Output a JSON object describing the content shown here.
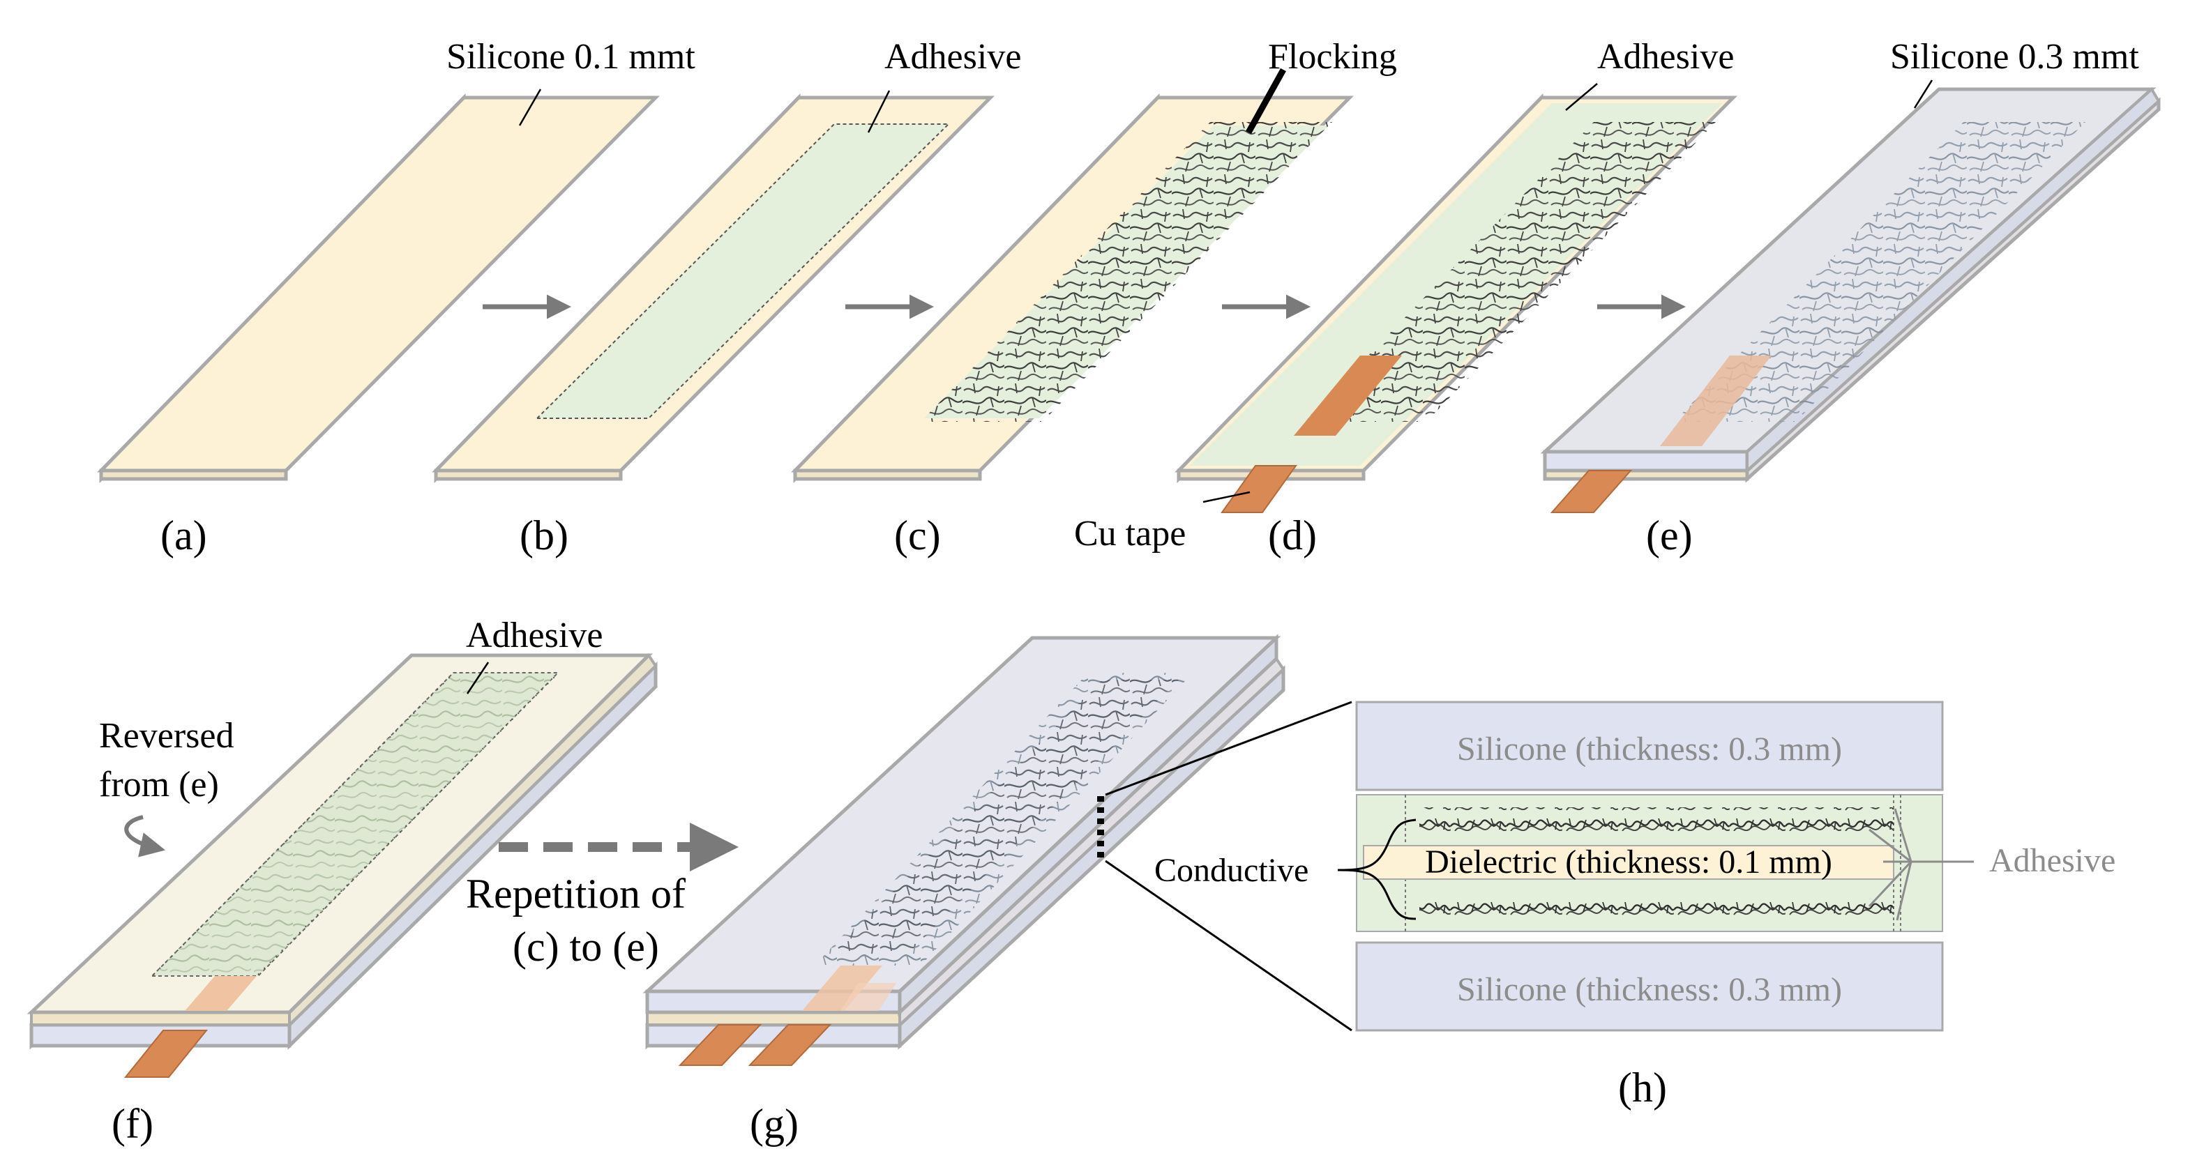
{
  "labels": {
    "silicone_01": "Silicone 0.1 mmt",
    "adhesive_b": "Adhesive",
    "flocking": "Flocking",
    "adhesive_d": "Adhesive",
    "silicone_03": "Silicone 0.3 mmt",
    "cu_tape": "Cu tape",
    "adhesive_f": "Adhesive",
    "reversed_line1": "Reversed",
    "reversed_line2": "from (e)",
    "repetition_line1": "Repetition of",
    "repetition_line2": "(c) to (e)",
    "conductive": "Conductive",
    "adhesive_h": "Adhesive"
  },
  "cross_section": {
    "silicone_top": "Silicone (thickness: 0.3 mm)",
    "dielectric": "Dielectric (thickness: 0.1 mm)",
    "silicone_bottom": "Silicone (thickness: 0.3 mm)"
  },
  "panel_letters": [
    "(a)",
    "(b)",
    "(c)",
    "(d)",
    "(e)",
    "(f)",
    "(g)",
    "(h)"
  ],
  "colors": {
    "silicone_thin": "#fdf2d6",
    "adhesive": "#e4efdc",
    "silicone_thick": "#dfe3f1",
    "cu_tape": "#d98a54",
    "flocking": "#4b4b4b",
    "outline": "#a9a9a9",
    "gray_label": "#8c8c8c"
  }
}
